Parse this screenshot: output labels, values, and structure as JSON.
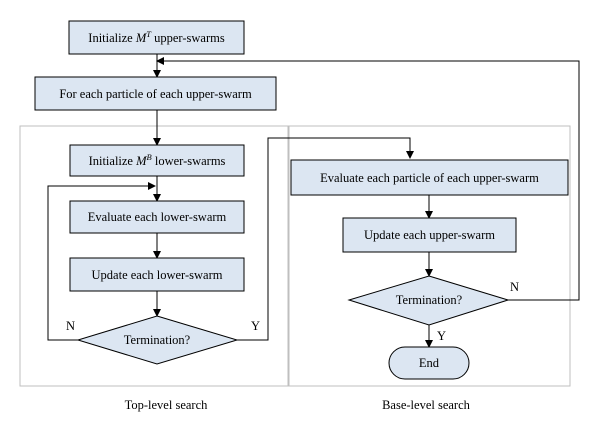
{
  "nodes": {
    "init_upper": {
      "prefix": "Initialize ",
      "var": "M",
      "sup": "T",
      "suffix": " upper-swarms"
    },
    "for_each": "For each particle of each upper-swarm",
    "init_lower": {
      "prefix": "Initialize ",
      "var": "M",
      "sup": "B",
      "suffix": " lower-swarms"
    },
    "eval_lower": "Evaluate each lower-swarm",
    "update_lower": "Update each lower-swarm",
    "term_lower": "Termination?",
    "eval_upper": "Evaluate each particle of each upper-swarm",
    "update_upper": "Update each upper-swarm",
    "term_upper": "Termination?",
    "end": "End"
  },
  "edge_labels": {
    "lower_no": "N",
    "lower_yes": "Y",
    "upper_no": "N",
    "upper_yes": "Y"
  },
  "groups": {
    "top_level": "Top-level search",
    "base_level": "Base-level search"
  }
}
